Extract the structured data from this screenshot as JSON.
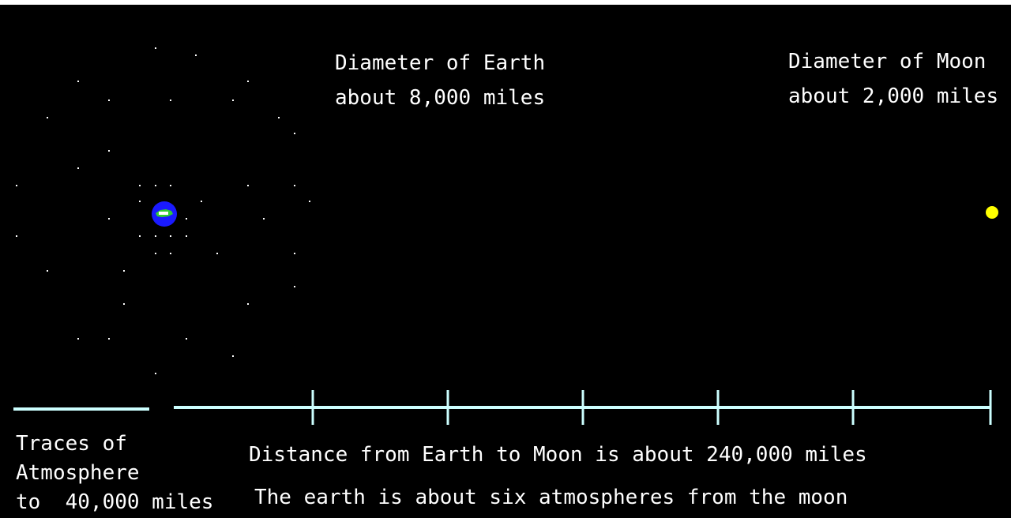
{
  "earth_label": {
    "line1": "Diameter of Earth",
    "line2": "about 8,000 miles"
  },
  "moon_label": {
    "line1": "Diameter of Moon",
    "line2": "about 2,000 miles"
  },
  "atmosphere_label": {
    "line1": "Traces of",
    "line2": "Atmosphere",
    "line3": "to  40,000 miles"
  },
  "distance_label": "Distance from Earth to Moon is about 240,000 miles",
  "atmospheres_label": "The earth is about six atmospheres from the moon",
  "colors": {
    "background": "#000000",
    "earth_ocean": "#1a1aff",
    "earth_land": "#33cc33",
    "moon": "#ffff00",
    "scale_line": "#ccffff",
    "text": "#ffffff"
  },
  "icons": [
    "earth-icon",
    "moon-icon",
    "star-icon"
  ]
}
